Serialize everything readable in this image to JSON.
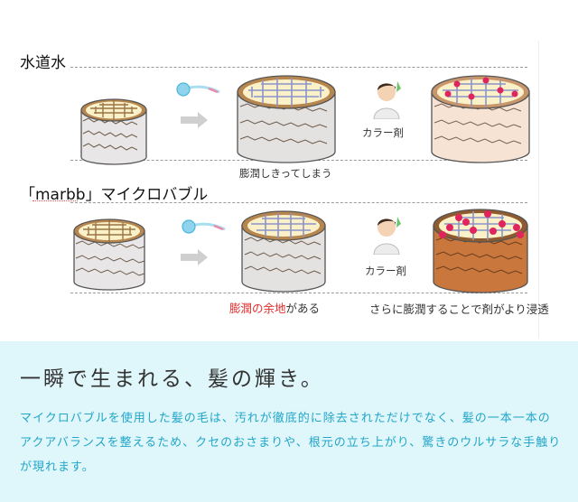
{
  "rows": [
    {
      "title": "水道水",
      "caption_middle": "膨潤しきってしまう",
      "caption_color": "カラー剤"
    },
    {
      "title_prefix": "「",
      "title_brand": "marbb",
      "title_suffix": "」マイクロバブル",
      "caption_middle_red": "膨潤の余地",
      "caption_middle_rest": "がある",
      "caption_color": "カラー剤",
      "caption_right": "さらに膨潤することで剤がより浸透"
    }
  ],
  "headline": "一瞬で生まれる、髪の輝き。",
  "body": "マイクロバブルを使用した髪の毛は、汚れが徹底的に除去されただけでなく、髪の一本一本のアクアバランスを整えるため、クセのおさまりや、根元の立ち上がり、驚きのウルサラな手触りが現れます。",
  "colors": {
    "accent_text": "#22a6c9",
    "bottom_bg": "#dff6fb",
    "highlight_red": "#e02a2a",
    "dye_dot": "#e0245e"
  }
}
